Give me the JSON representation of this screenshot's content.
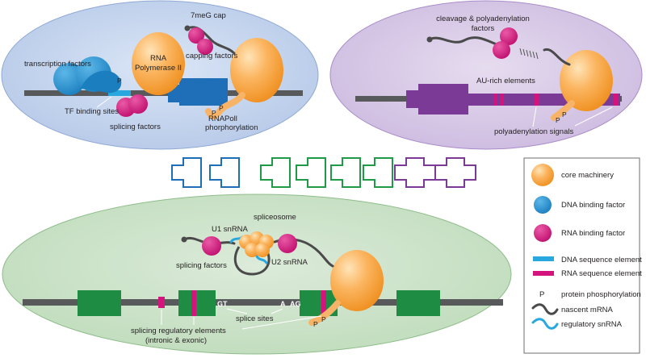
{
  "transcription_panel": {
    "labels": {
      "transcription_factors": "transcription factors",
      "tf_binding_sites": "TF binding sites",
      "splicing_factors": "splicing factors",
      "rna_pol_line1": "RNA",
      "rna_pol_line2": "Polymerase II",
      "cap": "7meG cap",
      "capping_factors": "capping factors",
      "rnapoll_line1": "RNAPoll",
      "rnapoll_line2": "phorphorylation"
    }
  },
  "polyadenylation_panel": {
    "labels": {
      "cleavage_line1": "cleavage & polyadenylation",
      "cleavage_line2": "factors",
      "au_rich": "AU-rich elements",
      "poly_signals": "polyadenylation signals"
    }
  },
  "splicing_panel": {
    "labels": {
      "u1": "U1 snRNA",
      "spliceosome": "spliceosome",
      "u2": "U2 snRNA",
      "splicing_factors": "splicing factors",
      "splice_sites": "splice sites",
      "gt": "GT",
      "a": "A",
      "ag": "AG",
      "regulatory_line1": "splicing regulatory elements",
      "regulatory_line2": "(intronic & exonic)"
    }
  },
  "phosphate_symbol": "P",
  "legend": {
    "items": [
      {
        "label": "core machinery",
        "color": "#f7a23b"
      },
      {
        "label": "DNA binding factor",
        "color": "#2a95cf"
      },
      {
        "label": "RNA binding factor",
        "color": "#d4137d"
      },
      {
        "label": "DNA sequence element",
        "color": "#29a8e0"
      },
      {
        "label": "RNA sequence element",
        "color": "#d4137d"
      },
      {
        "label": "protein phosphorylation",
        "symbol": "P"
      },
      {
        "label": "nascent mRNA",
        "color": "#4a4a4a"
      },
      {
        "label": "regulatory snRNA",
        "color": "#29a8e0"
      }
    ]
  },
  "colors": {
    "panel_blue": "#c6d6ee",
    "panel_purple": "#d9cbe6",
    "panel_green": "#cfe4cc",
    "exon_blue": "#1f6fb8",
    "exon_green": "#1f9a46",
    "exon_purple": "#7b3a96",
    "dna": "#58595b"
  }
}
